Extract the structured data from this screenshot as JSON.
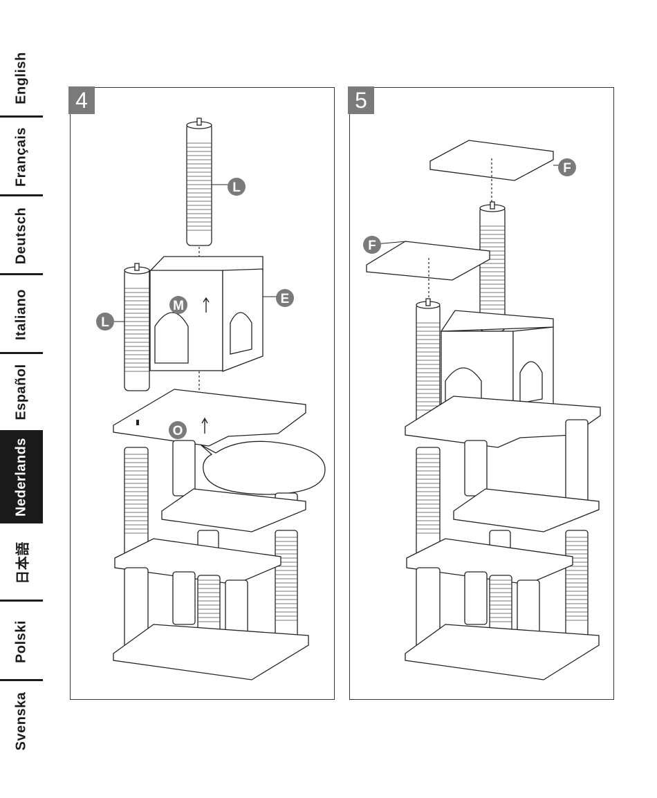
{
  "languages": [
    {
      "label": "English",
      "active": false
    },
    {
      "label": "Français",
      "active": false
    },
    {
      "label": "Deutsch",
      "active": false
    },
    {
      "label": "Italiano",
      "active": false
    },
    {
      "label": "Español",
      "active": false
    },
    {
      "label": "Nederlands",
      "active": true
    },
    {
      "label": "日本語",
      "active": false
    },
    {
      "label": "Polski",
      "active": false
    },
    {
      "label": "Svenska",
      "active": false
    }
  ],
  "steps": [
    {
      "number": "4",
      "part_labels": [
        "L",
        "L",
        "M",
        "E",
        "O"
      ]
    },
    {
      "number": "5",
      "part_labels": [
        "F",
        "F"
      ]
    }
  ],
  "colors": {
    "accent": "#1a1a1a",
    "badge": "#7a7a7a",
    "label": "#7a7a7a"
  }
}
